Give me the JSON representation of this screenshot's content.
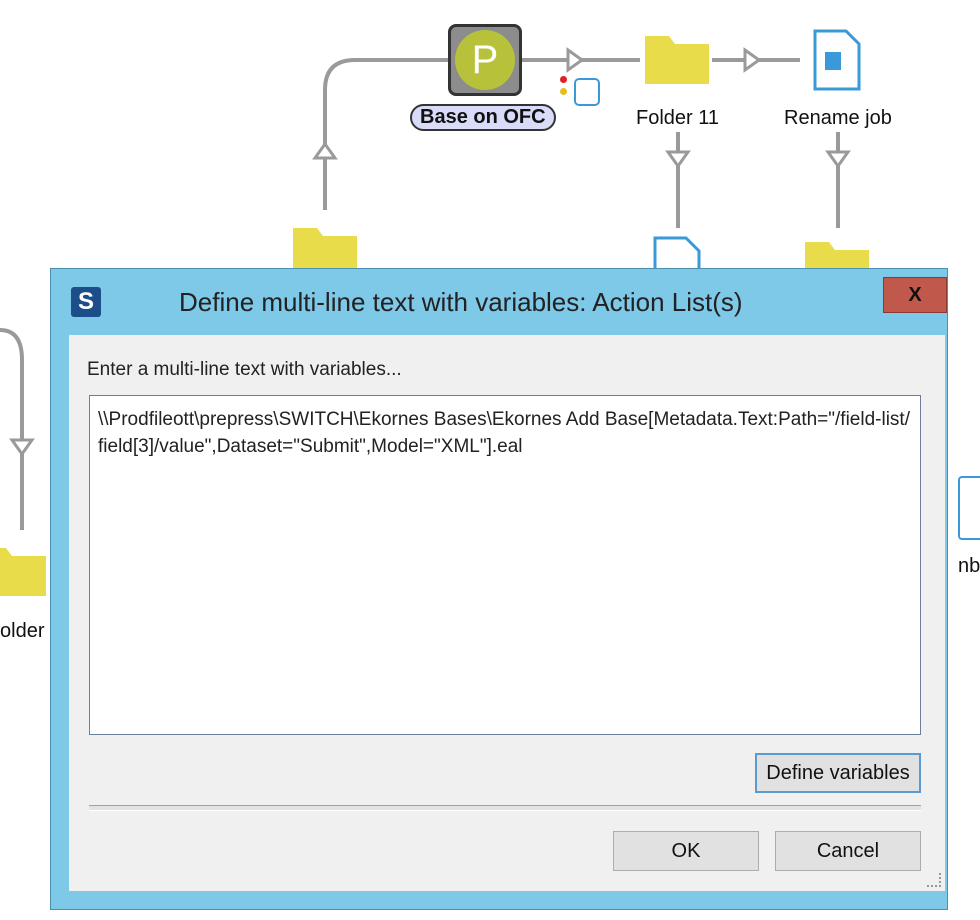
{
  "canvas": {
    "nodes": [
      {
        "label": "Base on OFC",
        "selected": true
      },
      {
        "label": "Folder 11"
      },
      {
        "label": "Rename job"
      },
      {
        "label": "older"
      },
      {
        "label": "nb"
      }
    ]
  },
  "dialog": {
    "app_icon_letter": "S",
    "title": "Define multi-line text with variables: Action List(s)",
    "close_label": "X",
    "prompt": "Enter a multi-line text with variables...",
    "text_value": "\\\\Prodfileott\\prepress\\SWITCH\\Ekornes Bases\\Ekornes Add Base[Metadata.Text:Path=\"/field-list/field[3]/value\",Dataset=\"Submit\",Model=\"XML\"].eal",
    "define_variables_label": "Define variables",
    "ok_label": "OK",
    "cancel_label": "Cancel"
  },
  "colors": {
    "folder": "#e8dc4a",
    "accent": "#7ec8e8",
    "close": "#c0584c",
    "node_green": "#b7c23a"
  }
}
